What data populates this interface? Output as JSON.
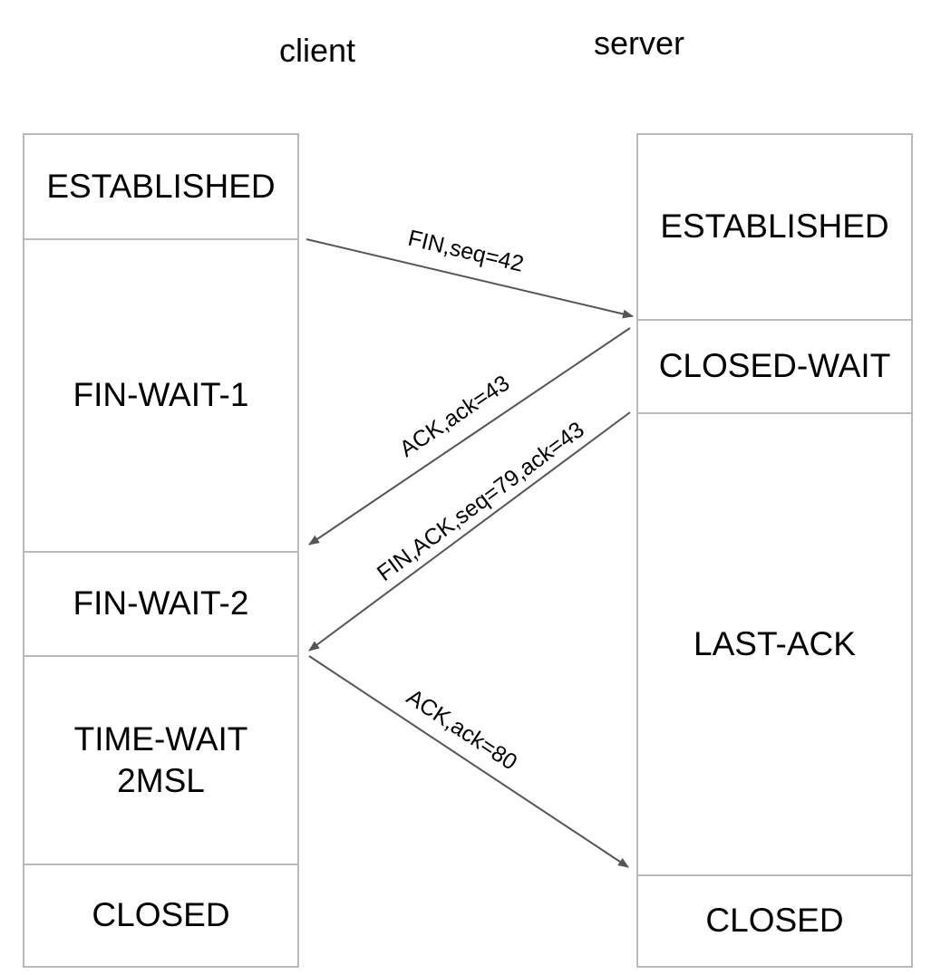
{
  "headers": {
    "client": "client",
    "server": "server"
  },
  "client_states": [
    "ESTABLISHED",
    "FIN-WAIT-1",
    "FIN-WAIT-2",
    "TIME-WAIT\n2MSL",
    "CLOSED"
  ],
  "server_states": [
    "ESTABLISHED",
    "CLOSED-WAIT",
    "LAST-ACK",
    "CLOSED"
  ],
  "messages": [
    "FIN,seq=42",
    "ACK,ack=43",
    "FIN,ACK,seq=79,ack=43",
    "ACK,ack=80"
  ],
  "colors": {
    "border": "#b9b9b9",
    "arrow": "#555555",
    "text": "#000000"
  }
}
